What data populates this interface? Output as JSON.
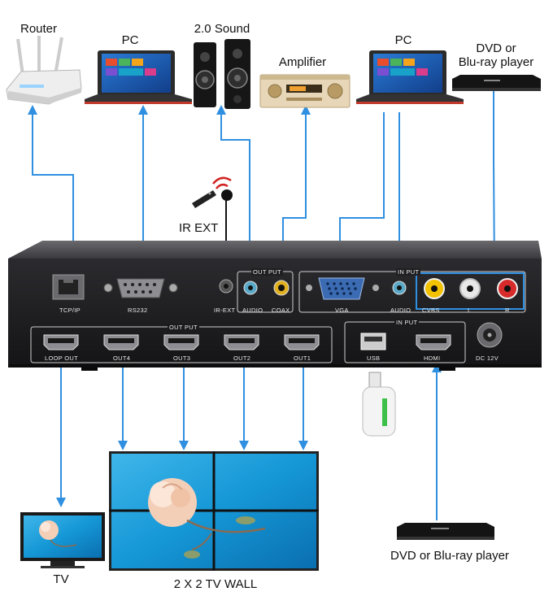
{
  "sources_top": {
    "router": "Router",
    "pc_left": "PC",
    "sound": "2.0 Sound",
    "amplifier": "Amplifier",
    "pc_right": "PC",
    "dvd_top_line1": "DVD or",
    "dvd_top_line2": "Blu-ray player"
  },
  "ir_ext_label": "IR EXT",
  "panel": {
    "tcpip": "TCP/IP",
    "rs232": "RS232",
    "ir_ext": "IR-EXT",
    "audio_out": "AUDIO",
    "coax": "COAX",
    "output_top": "OUT PUT",
    "input_top": "IN PUT",
    "vga": "VGA",
    "audio_in": "AUDIO",
    "cvbs": "CVBS",
    "l": "L",
    "r": "R",
    "output_bottom": "OUT PUT",
    "loop_out": "LOOP OUT",
    "out4": "OUT4",
    "out3": "OUT3",
    "out2": "OUT2",
    "out1": "OUT1",
    "input_bottom": "IN PUT",
    "usb": "USB",
    "hdmi": "HDMI",
    "dc": "DC 12V"
  },
  "bottom": {
    "tv": "TV",
    "tv_wall": "2 X 2 TV WALL",
    "dvd_bottom": "DVD or Blu-ray player"
  },
  "colors": {
    "arrow": "#2f8fe0",
    "panel": "#1d1d20",
    "wall_blue": "#1597d6"
  }
}
